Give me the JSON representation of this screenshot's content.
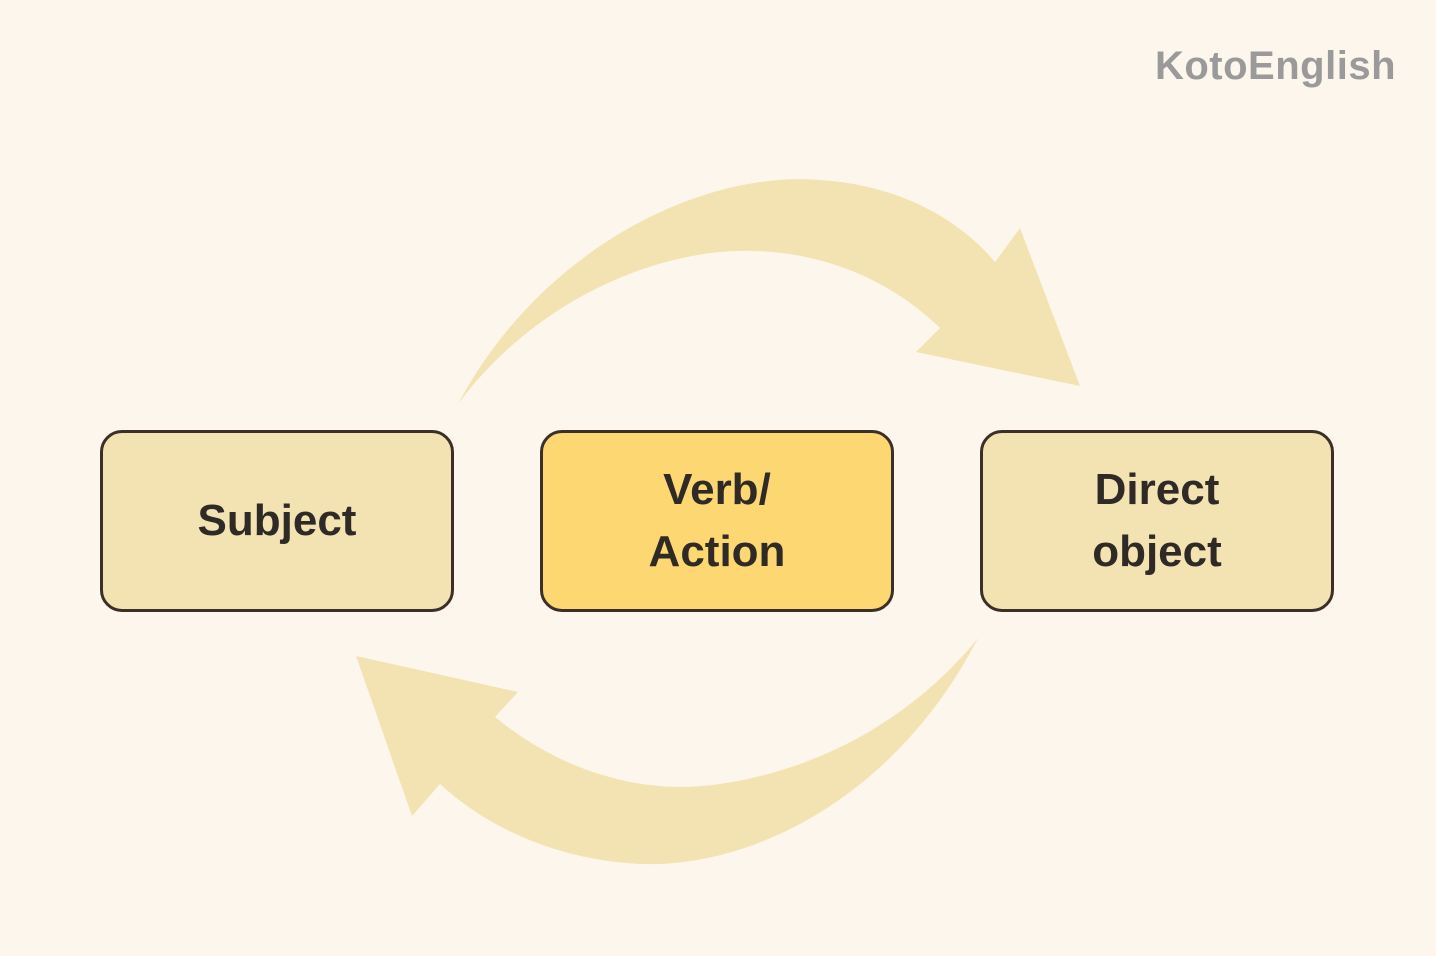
{
  "brand": {
    "logo_text": "KotoEnglish"
  },
  "colors": {
    "background": "#fdf6ec",
    "arrow_fill": "#f3e3b3",
    "box_fill": "#f3e3b3",
    "highlight_box_fill": "#fdd872",
    "box_border": "#3b2f28",
    "text": "#2f2a26",
    "logo_text": "#9a9a9a"
  },
  "diagram": {
    "nodes": [
      {
        "id": "subject",
        "label": "Subject"
      },
      {
        "id": "verb",
        "label": "Verb/\nAction",
        "highlighted": true
      },
      {
        "id": "direct-object",
        "label": "Direct\nobject"
      }
    ],
    "arrows": [
      {
        "from": "subject",
        "to": "direct-object",
        "direction": "clockwise-top"
      },
      {
        "from": "direct-object",
        "to": "subject",
        "direction": "clockwise-bottom"
      }
    ]
  }
}
